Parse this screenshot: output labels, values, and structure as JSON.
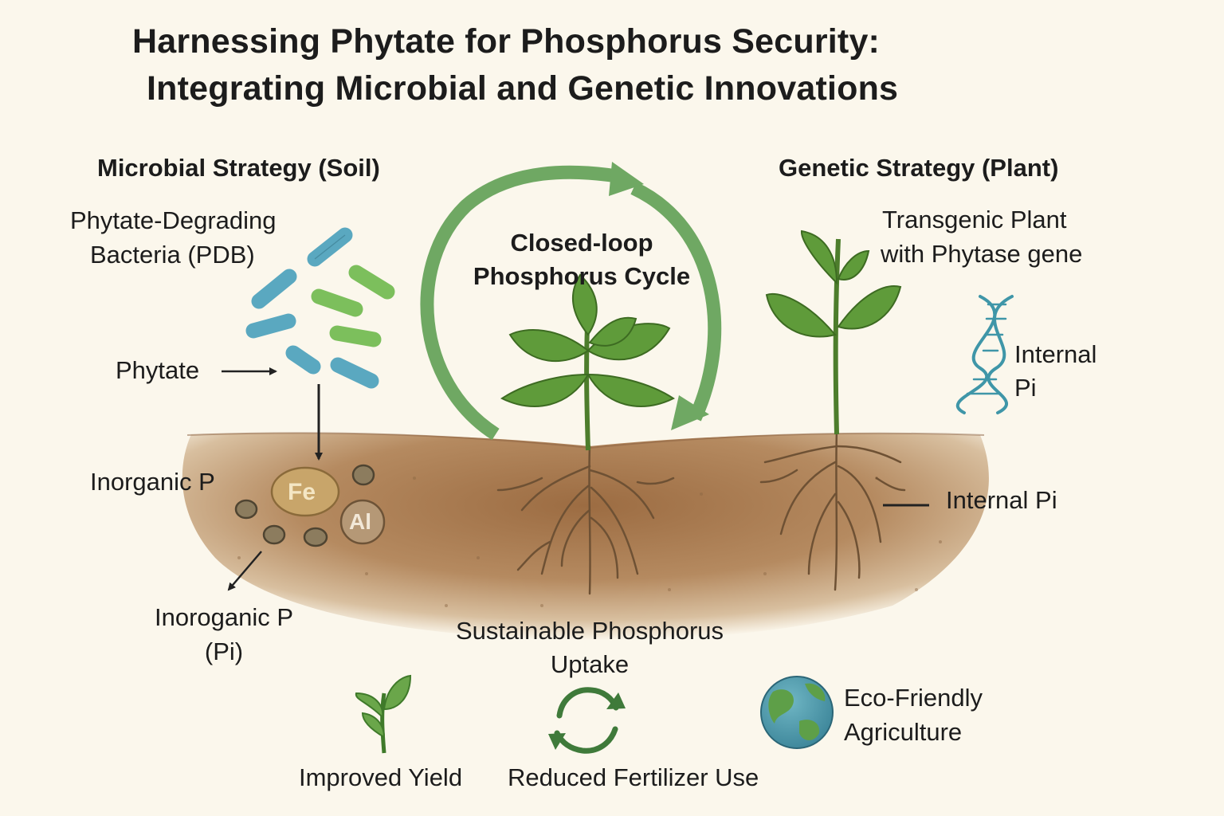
{
  "title": {
    "line1": "Harnessing Phytate for Phosphorus Security:",
    "line2": "Integrating Microbial and Genetic Innovations"
  },
  "microbial": {
    "heading": "Microbial Strategy (Soil)",
    "pdb_line1": "Phytate-Degrading",
    "pdb_line2": "Bacteria (PDB)",
    "phytate": "Phytate",
    "inorganic_p": "Inorganic P",
    "fe": "Fe",
    "al": "Al",
    "pi_line1": "Inoroganic P",
    "pi_line2": "(Pi)"
  },
  "cycle": {
    "line1": "Closed-loop",
    "line2": "Phosphorus Cycle",
    "uptake_line1": "Sustainable Phosphorus",
    "uptake_line2": "Uptake"
  },
  "genetic": {
    "heading": "Genetic Strategy (Plant)",
    "plant_line1": "Transgenic Plant",
    "plant_line2": "with Phytase gene",
    "internal_top_line1": "Internal",
    "internal_top_line2": "Pi",
    "internal_root": "Internal Pi"
  },
  "benefits": {
    "yield": "Improved Yield",
    "fertilizer": "Reduced Fertilizer Use",
    "eco_line1": "Eco-Friendly",
    "eco_line2": "Agriculture"
  },
  "colors": {
    "background": "#fbf7ec",
    "soil": "#a5774a",
    "cycle_arrow": "#6fa863",
    "leaf": "#5f9b3a",
    "bacteria_blue": "#5aa8c0",
    "bacteria_green": "#7cbf5c",
    "dna": "#3f96a8",
    "root": "#6e5134"
  }
}
